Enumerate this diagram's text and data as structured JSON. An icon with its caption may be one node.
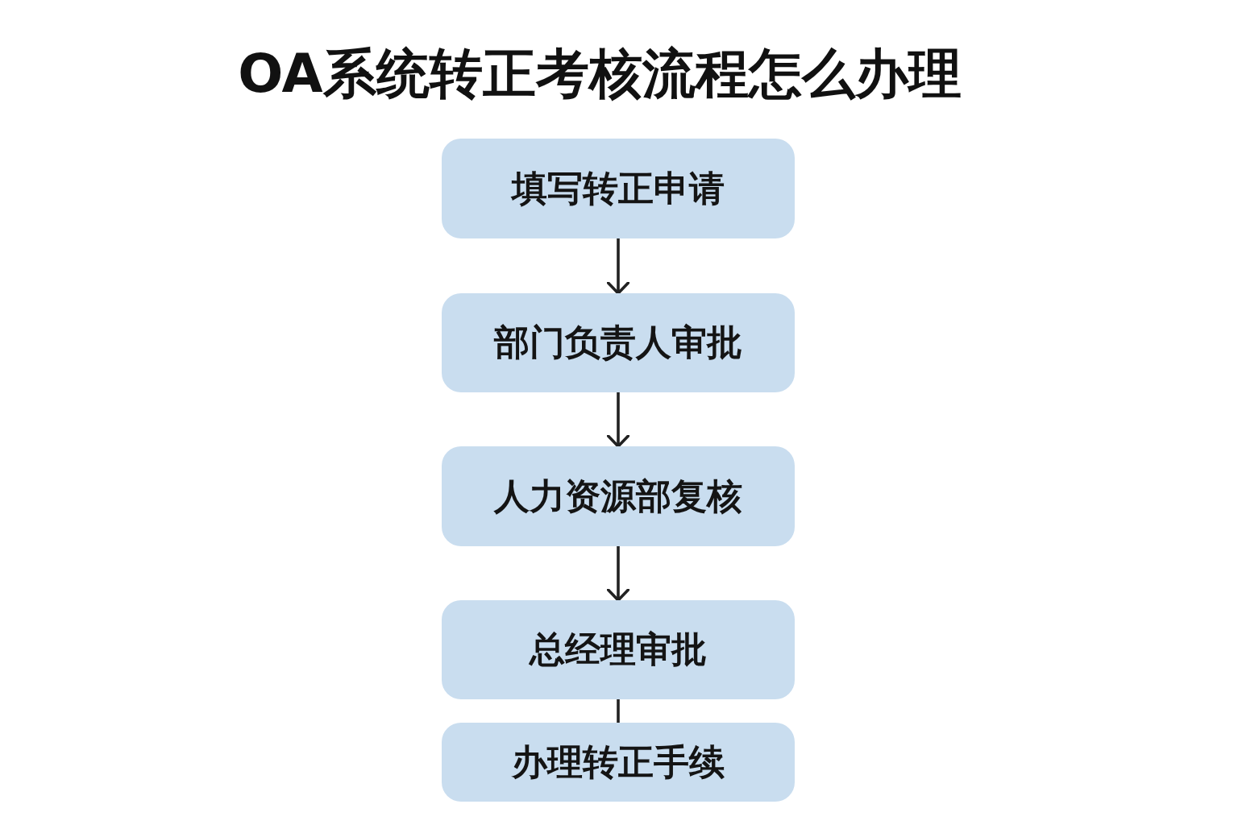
{
  "diagram": {
    "title": "OA系统转正考核流程怎么办理",
    "nodes": [
      {
        "text": [
          "填写转正申请"
        ]
      },
      {
        "text": [
          "部门负责人审批"
        ]
      },
      {
        "text": [
          "人力资源部复核"
        ]
      },
      {
        "text": [
          "总经理审批"
        ]
      },
      {
        "text": [
          "办理转正手续"
        ]
      }
    ],
    "edges": [
      {
        "from": 0,
        "to": 1,
        "arrow": "to"
      },
      {
        "from": 1,
        "to": 2,
        "arrow": "to"
      },
      {
        "from": 2,
        "to": 3,
        "arrow": "to"
      },
      {
        "from": 3,
        "to": 4,
        "arrow": "none"
      }
    ]
  }
}
